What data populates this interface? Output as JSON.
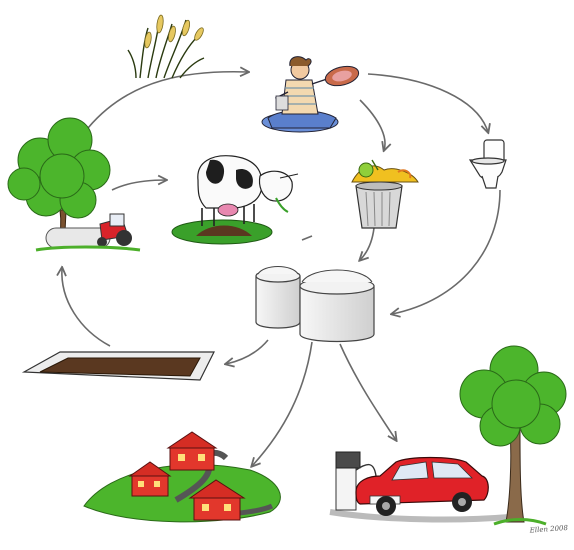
{
  "diagram": {
    "nodes": [
      {
        "id": "reeds",
        "icon": "reeds-icon"
      },
      {
        "id": "person-eating",
        "icon": "person-eating-icon"
      },
      {
        "id": "toilet",
        "icon": "toilet-icon"
      },
      {
        "id": "tree-and-tractor",
        "icon": "tree-tractor-icon"
      },
      {
        "id": "cow",
        "icon": "cow-icon"
      },
      {
        "id": "waste-bin",
        "icon": "waste-bin-icon"
      },
      {
        "id": "biogas-silos",
        "icon": "biogas-silos-icon"
      },
      {
        "id": "digestate-field",
        "icon": "digestate-field-icon"
      },
      {
        "id": "houses",
        "icon": "houses-icon"
      },
      {
        "id": "car-and-fuel-pump",
        "icon": "car-fuel-pump-icon"
      },
      {
        "id": "tree",
        "icon": "tree-icon"
      }
    ],
    "flows": [
      {
        "from": "tree-and-tractor",
        "to": "person-eating"
      },
      {
        "from": "person-eating",
        "to": "toilet"
      },
      {
        "from": "person-eating",
        "to": "waste-bin"
      },
      {
        "from": "tree-and-tractor",
        "to": "cow"
      },
      {
        "from": "toilet",
        "to": "biogas-silos"
      },
      {
        "from": "waste-bin",
        "to": "biogas-silos"
      },
      {
        "from": "cow",
        "to": "biogas-silos"
      },
      {
        "from": "biogas-silos",
        "to": "digestate-field"
      },
      {
        "from": "digestate-field",
        "to": "tree-and-tractor"
      },
      {
        "from": "biogas-silos",
        "to": "houses"
      },
      {
        "from": "biogas-silos",
        "to": "car-and-fuel-pump"
      }
    ]
  },
  "signature": {
    "text": "Ellen 2008"
  },
  "colors": {
    "arrow": "#6a6a6a",
    "grass": "#4caf2a",
    "tree-foliage": "#4cb52c",
    "tractor": "#d8232a",
    "car": "#e02228",
    "roof": "#d52d24",
    "soil": "#5a3820",
    "silo": "#ececec"
  }
}
